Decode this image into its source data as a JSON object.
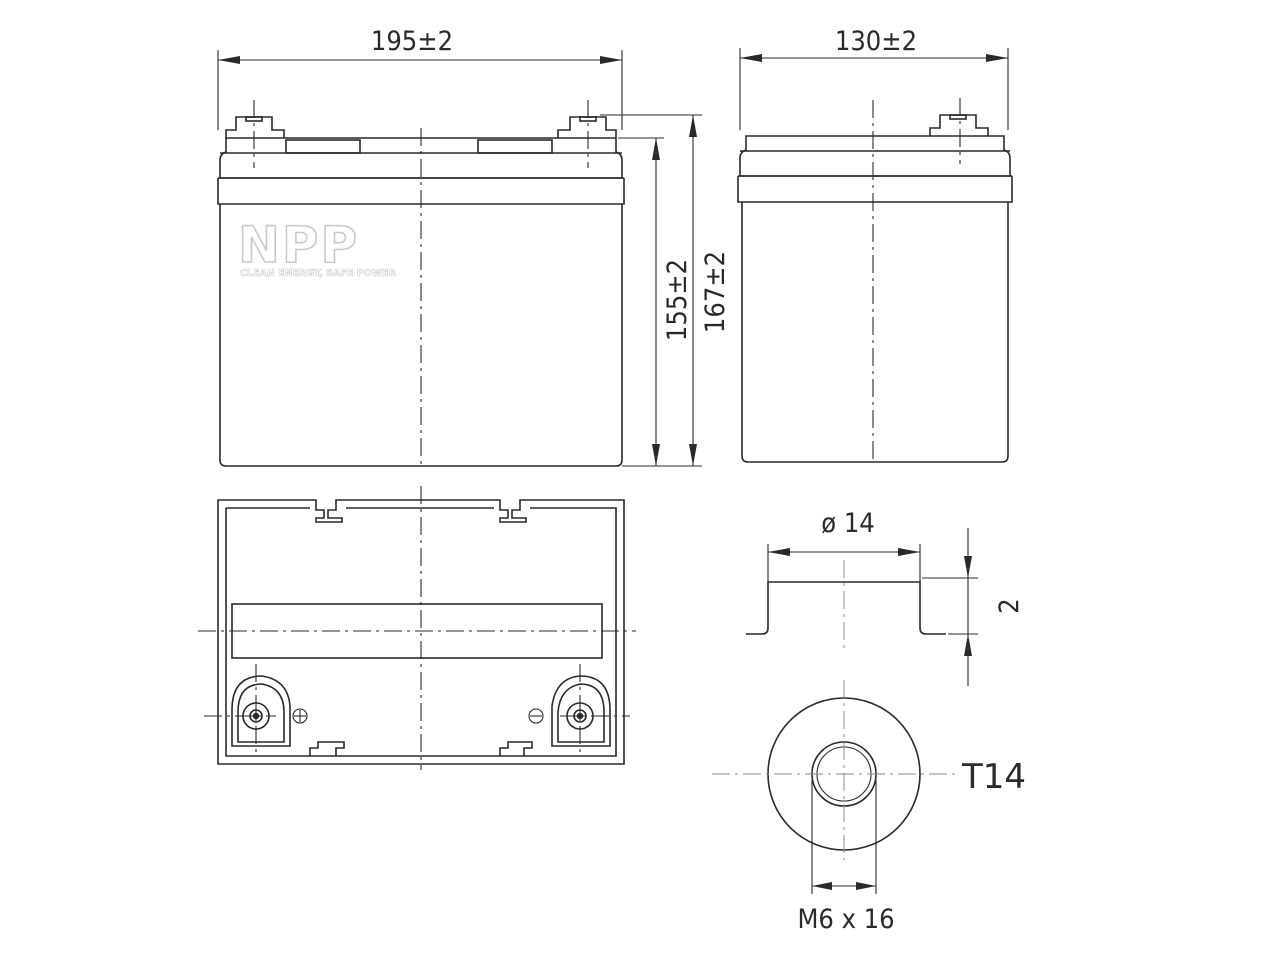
{
  "brand": {
    "logo": "NPP",
    "tagline": "CLEAN ENERGY, SAFE POWER"
  },
  "dimensions": {
    "length": "195±2",
    "width": "130±2",
    "container_height": "155±2",
    "total_height": "167±2",
    "terminal_diameter": "ø 14",
    "terminal_height": "2",
    "terminal_type": "T14",
    "bolt": "M6 x 16"
  },
  "colors": {
    "line": "#2a2a2a",
    "logo_outline": "#c9c9c9"
  }
}
